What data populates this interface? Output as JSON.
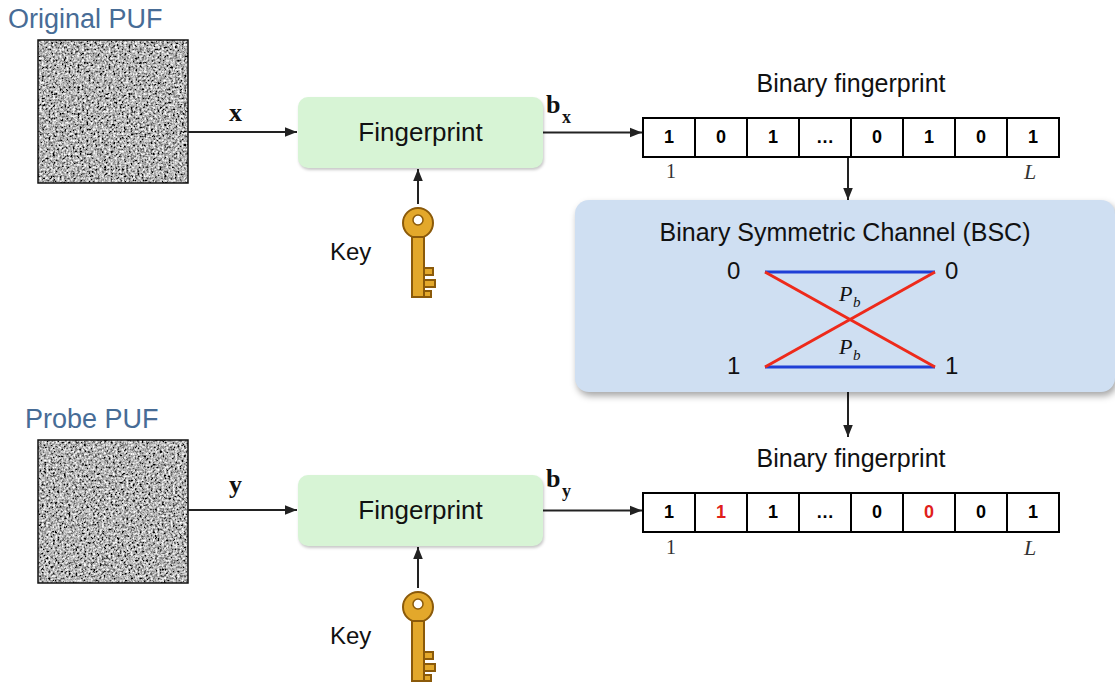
{
  "diagram": {
    "nodes": [
      {
        "text": [
          "Fingerprint"
        ]
      },
      {
        "text": [
          "Binary fingerprint"
        ]
      },
      {
        "text": [
          "1"
        ],
        "in": 1
      },
      {
        "text": [
          "0"
        ],
        "in": 1
      },
      {
        "text": [
          "1"
        ],
        "in": 1
      },
      {
        "text": [
          "…"
        ],
        "in": 1
      },
      {
        "text": [
          "0"
        ],
        "in": 1
      },
      {
        "text": [
          "1"
        ],
        "in": 1
      },
      {
        "text": [
          "0"
        ],
        "in": 1
      },
      {
        "text": [
          "1"
        ],
        "in": 1
      },
      {
        "text": [
          "Binary Symmetric Channel (BSC)"
        ]
      },
      {
        "text": [
          "Fingerprint"
        ]
      },
      {
        "text": [
          "Binary fingerprint"
        ]
      },
      {
        "text": [
          "1"
        ],
        "in": 12
      },
      {
        "text": [
          "1"
        ],
        "in": 12
      },
      {
        "text": [
          "1"
        ],
        "in": 12
      },
      {
        "text": [
          "…"
        ],
        "in": 12
      },
      {
        "text": [
          "0"
        ],
        "in": 12
      },
      {
        "text": [
          "0"
        ],
        "in": 12
      },
      {
        "text": [
          "0"
        ],
        "in": 12
      },
      {
        "text": [
          "1"
        ],
        "in": 12
      }
    ],
    "edges": [
      {
        "from": 0,
        "to": 1,
        "arrow": "to"
      },
      {
        "from": 1,
        "to": 10,
        "arrow": "to"
      },
      {
        "from": 10,
        "to": 12,
        "arrow": "to"
      },
      {
        "from": 11,
        "to": 12,
        "arrow": "to"
      }
    ],
    "labels": [
      "Original PUF",
      "x",
      "Key",
      "b",
      "x",
      "1",
      "L",
      "0",
      "0",
      "1",
      "1",
      "P",
      "b",
      "P",
      "b",
      "Probe PUF",
      "y",
      "Key",
      "b",
      "y",
      "1",
      "L"
    ]
  }
}
